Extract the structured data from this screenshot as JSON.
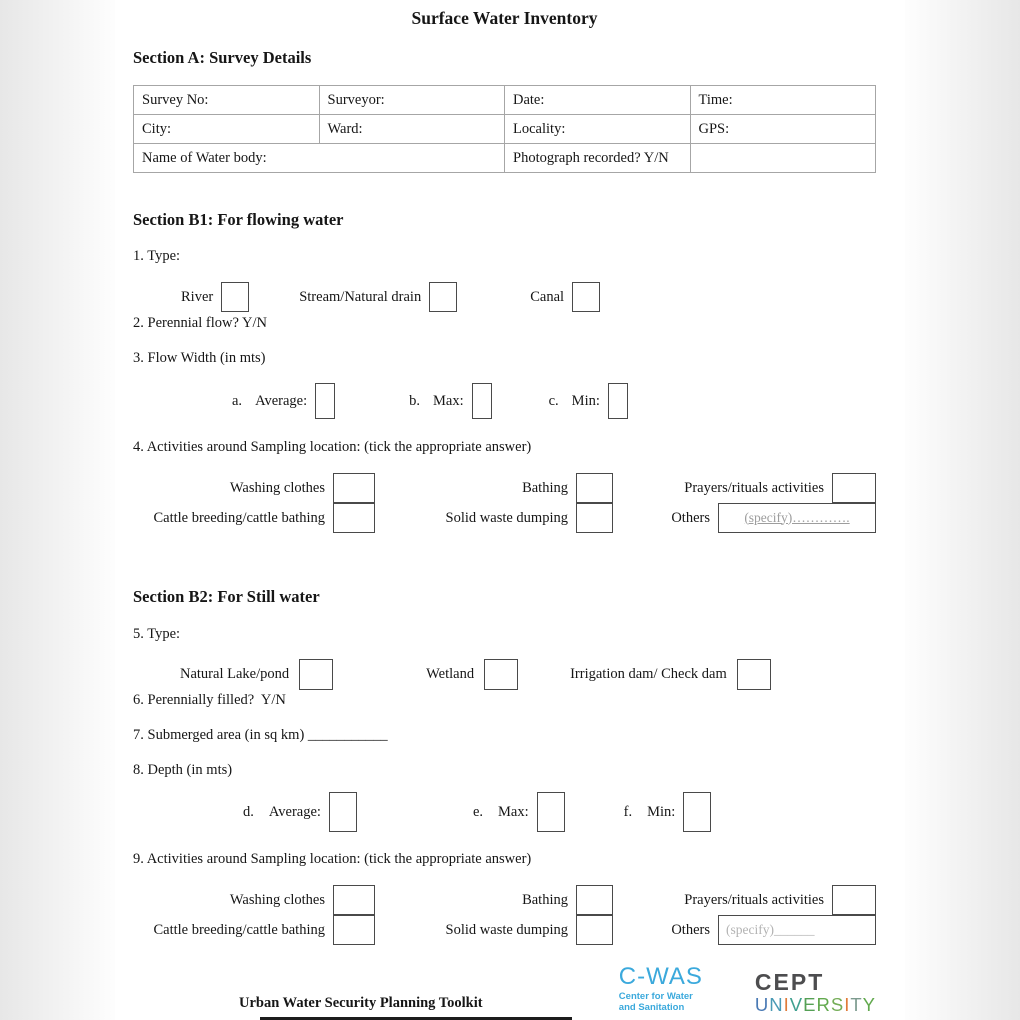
{
  "page": {
    "title": "Surface Water Inventory"
  },
  "section_a": {
    "heading": "Section A: Survey Details",
    "table": {
      "row1": [
        "Survey No:",
        "Surveyor:",
        "Date:",
        "Time:"
      ],
      "row2": [
        "City:",
        "Ward:",
        "Locality:",
        "GPS:"
      ],
      "row3": {
        "name_of_water_body": "Name of Water body:",
        "photograph": "Photograph recorded? Y/N",
        "empty": ""
      }
    }
  },
  "section_b1": {
    "heading": "Section B1: For flowing water",
    "q1_label": "1. Type:",
    "q1_options": [
      "River",
      "Stream/Natural drain",
      "Canal"
    ],
    "q2": "2. Perennial flow? Y/N",
    "q3_label": "3. Flow Width (in mts)",
    "q3_items": [
      {
        "prefix": "a.",
        "label": "Average:"
      },
      {
        "prefix": "b.",
        "label": "Max:"
      },
      {
        "prefix": "c.",
        "label": "Min:"
      }
    ],
    "q4_label": "4. Activities around Sampling location: (tick the appropriate answer)",
    "q4_row1": [
      "Washing clothes",
      "Bathing",
      "Prayers/rituals activities"
    ],
    "q4_row2": [
      "Cattle breeding/cattle bathing",
      "Solid waste dumping",
      "Others"
    ],
    "q4_others_placeholder": "(specify)…………."
  },
  "section_b2": {
    "heading": "Section B2: For Still water",
    "q5_label": "5. Type:",
    "q5_options": [
      "Natural Lake/pond",
      "Wetland",
      "Irrigation dam/ Check dam"
    ],
    "q6": "6. Perennially filled?  Y/N",
    "q7": "7. Submerged area (in sq km) ___________",
    "q8_label": "8. Depth (in mts)",
    "q8_items": [
      {
        "prefix": "d.",
        "label": "Average:"
      },
      {
        "prefix": "e.",
        "label": "Max:"
      },
      {
        "prefix": "f.",
        "label": "Min:"
      }
    ],
    "q9_label": "9. Activities around Sampling location: (tick the appropriate answer)",
    "q9_row1": [
      "Washing clothes",
      "Bathing",
      "Prayers/rituals activities"
    ],
    "q9_row2": [
      "Cattle breeding/cattle bathing",
      "Solid waste dumping",
      "Others"
    ],
    "q9_others_placeholder": "(specify)______"
  },
  "footer": {
    "toolkit": "Urban Water Security Planning Toolkit",
    "cwas": {
      "name": "C-WAS",
      "tagline1": "Center for Water",
      "tagline2": "and Sanitation",
      "color": "#3BA9DC"
    },
    "cept": {
      "name": "CEPT",
      "name_color": "#4D4D4F",
      "letters": [
        {
          "ch": "U",
          "color": "#4A7AB5"
        },
        {
          "ch": "N",
          "color": "#4A9AB5"
        },
        {
          "ch": "I",
          "color": "#E07B39"
        },
        {
          "ch": "V",
          "color": "#3FA08F"
        },
        {
          "ch": "E",
          "color": "#55A055"
        },
        {
          "ch": "R",
          "color": "#62A94E"
        },
        {
          "ch": "S",
          "color": "#74AD57"
        },
        {
          "ch": "I",
          "color": "#E07B39"
        },
        {
          "ch": "T",
          "color": "#7D9B8F"
        },
        {
          "ch": "Y",
          "color": "#62A94E"
        }
      ]
    }
  }
}
